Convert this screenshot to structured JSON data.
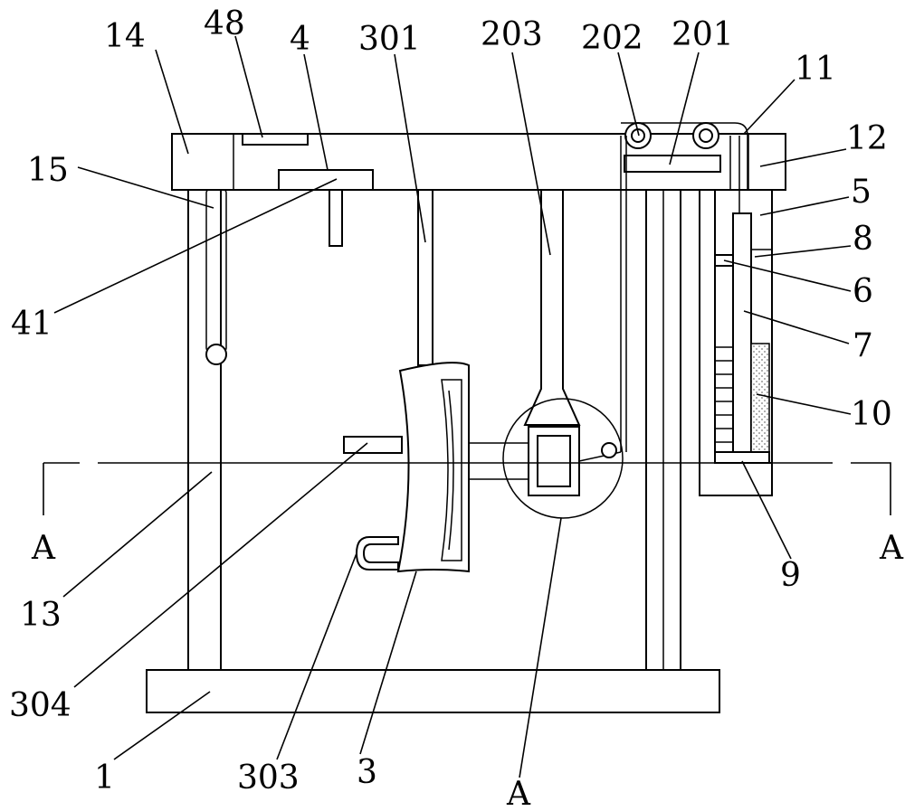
{
  "labels": {
    "l14": "14",
    "l48": "48",
    "l4": "4",
    "l301": "301",
    "l203": "203",
    "l202": "202",
    "l201": "201",
    "l11": "11",
    "l12": "12",
    "l5": "5",
    "l8": "8",
    "l6": "6",
    "l7": "7",
    "l10": "10",
    "l9": "9",
    "l15": "15",
    "l41": "41",
    "l13": "13",
    "l304": "304",
    "l1": "1",
    "l303": "303",
    "l3": "3",
    "lA_detail": "A",
    "lA_left": "A",
    "lA_right": "A"
  },
  "colors": {
    "line": "#000000",
    "background": "#ffffff",
    "fill_dots": "#9a9a9a"
  }
}
